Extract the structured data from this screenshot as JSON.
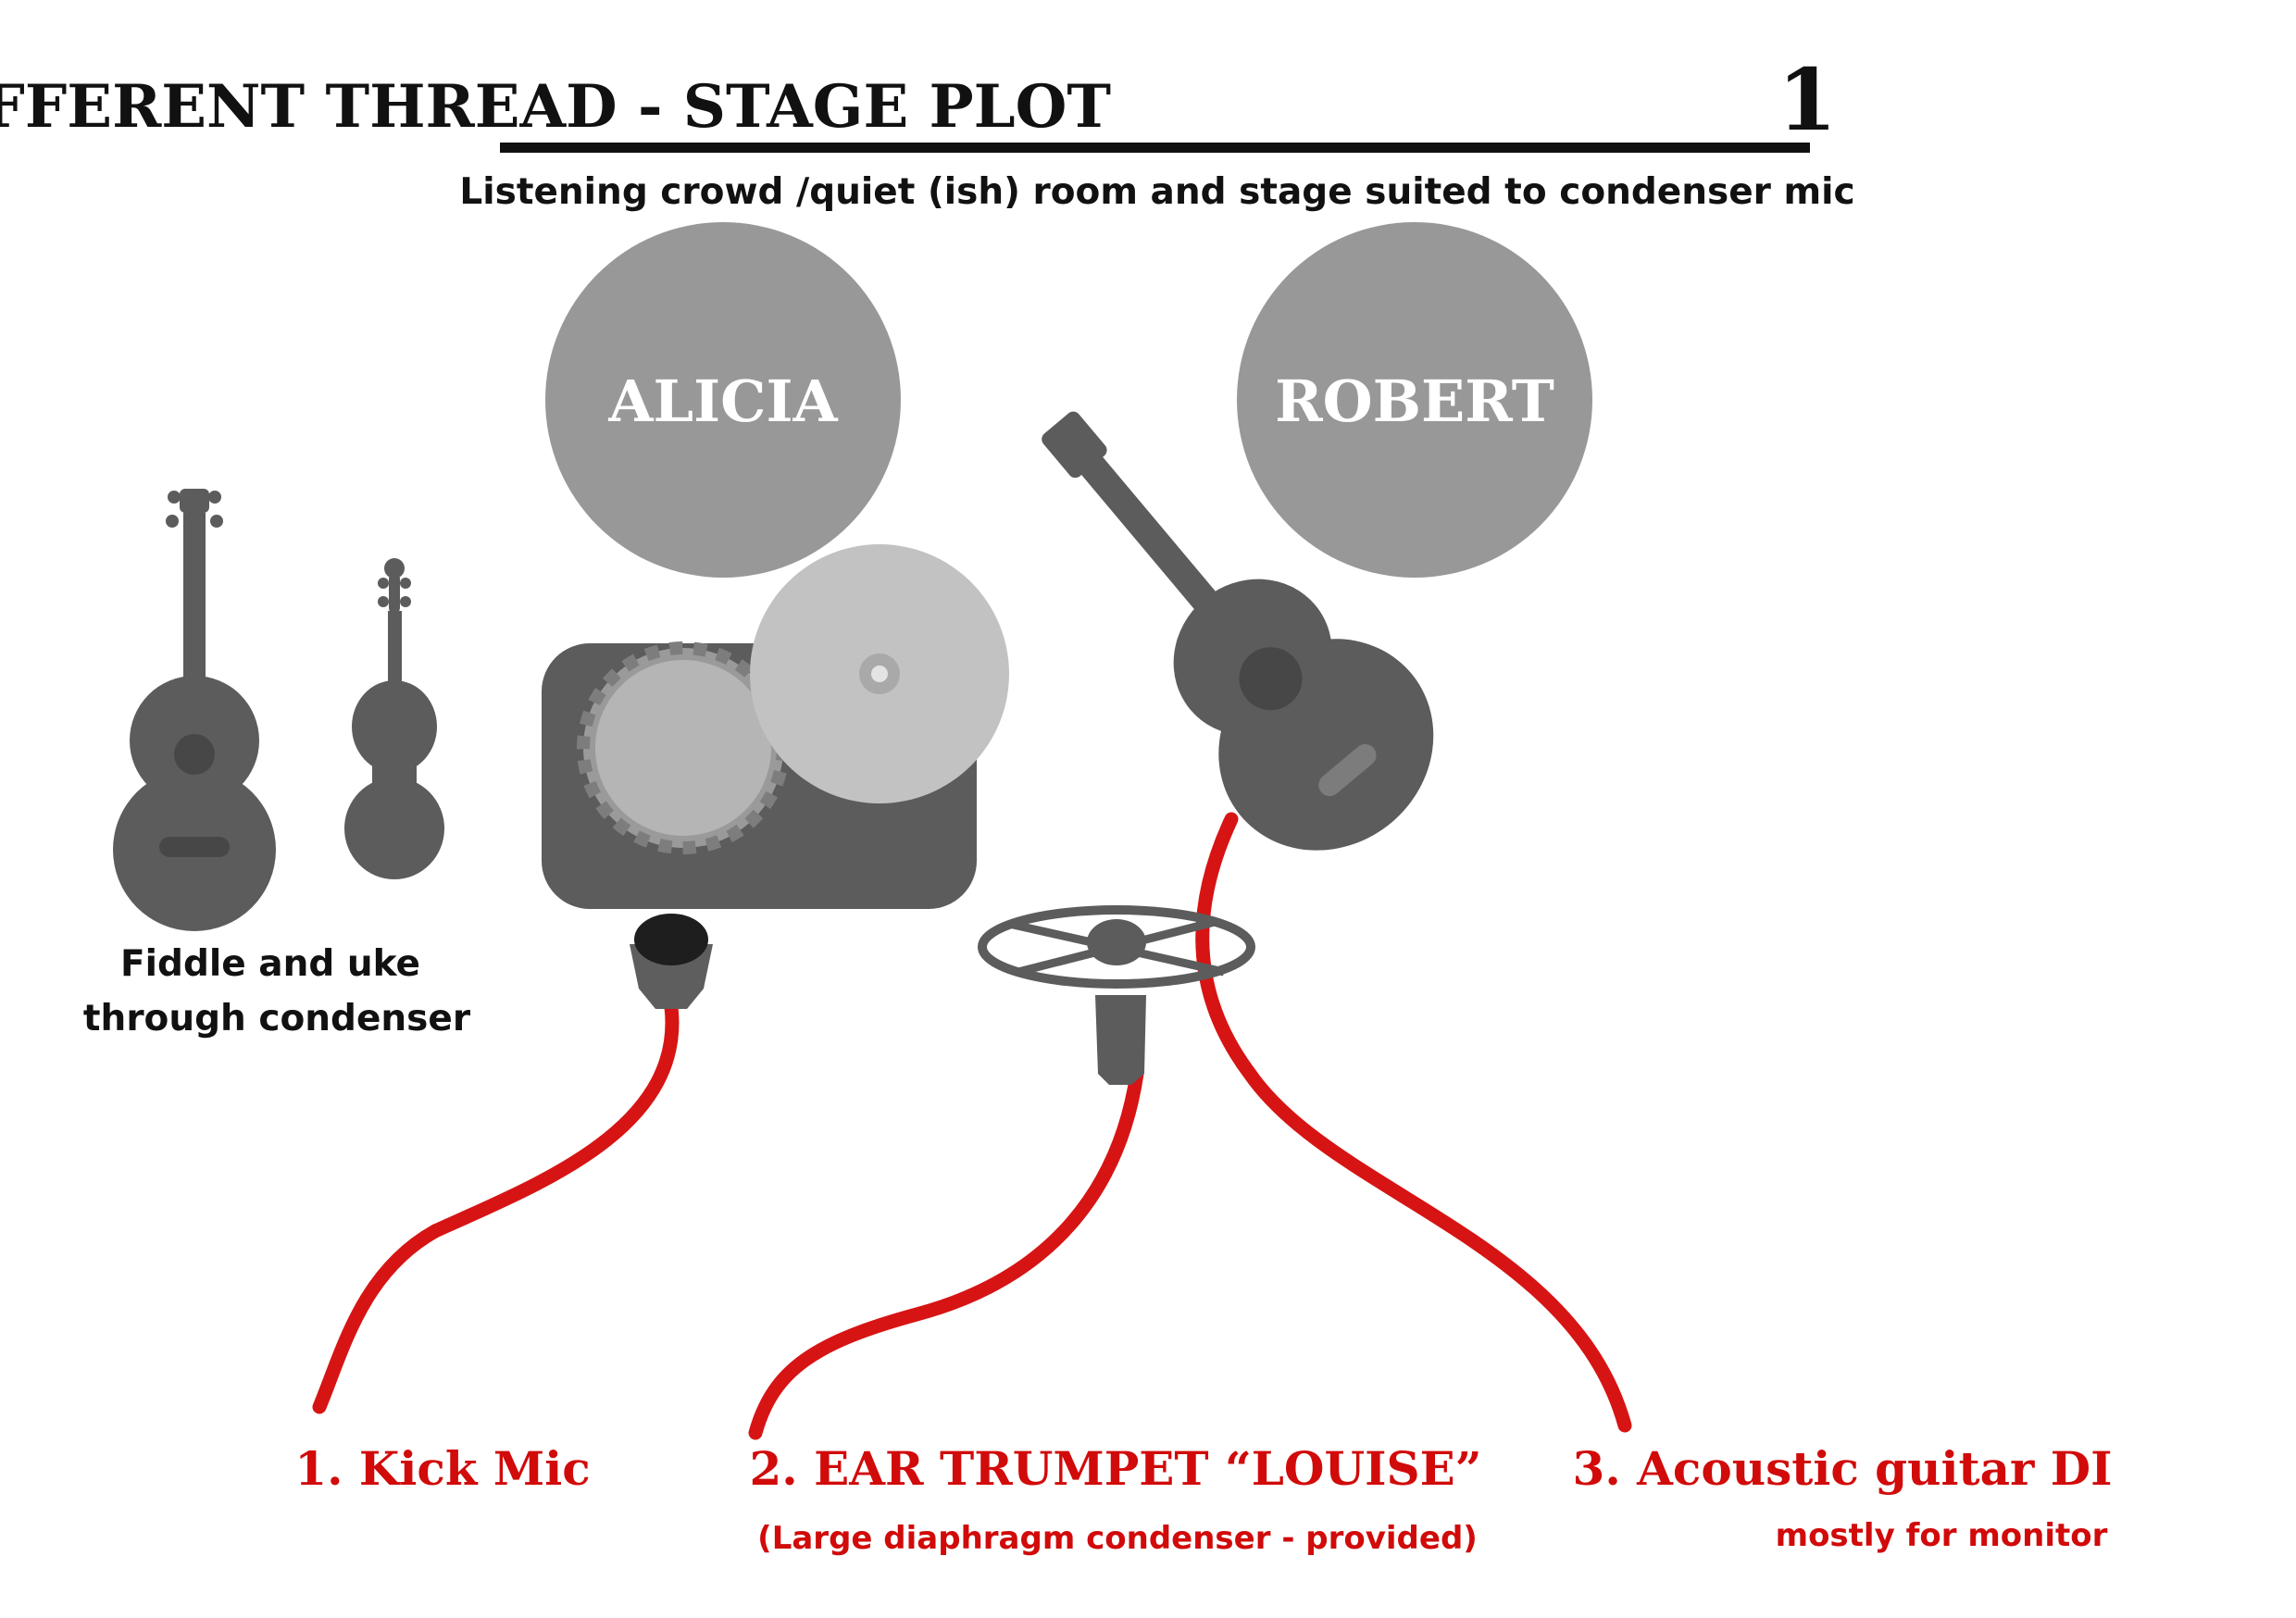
{
  "header": {
    "title": "A DIFFERENT THREAD - STAGE PLOT",
    "plot_number": "1",
    "subtitle": "Listening crowd /quiet (ish) room and stage suited to condenser mic"
  },
  "performers": {
    "left": "ALICIA",
    "right": "ROBERT"
  },
  "notes": {
    "side_line1": "Fiddle and uke",
    "side_line2": "through condenser"
  },
  "inputs": [
    {
      "label": "1. Kick Mic",
      "sub": ""
    },
    {
      "label": "2. EAR TRUMPET “LOUISE”",
      "sub": "(Large diaphragm condenser - provided)"
    },
    {
      "label": "3. Acoustic guitar DI",
      "sub": "mostly for monitor"
    }
  ],
  "colors": {
    "background": "#ffffff",
    "text": "#111111",
    "accent_red": "#d10a0a",
    "cable_red": "#d71414",
    "performer_circle": "#989898",
    "instrument_dark": "#5c5c5c",
    "drum_light": "#b5b5b5",
    "cymbal": "#c2c2c2"
  },
  "icons": {
    "ukulele": "ukulele-icon",
    "violin": "violin-icon",
    "drum_kit": "drum-kit-icon",
    "guitar": "acoustic-guitar-icon",
    "kick_mic": "kick-mic-icon",
    "condenser_mic": "condenser-mic-icon"
  }
}
